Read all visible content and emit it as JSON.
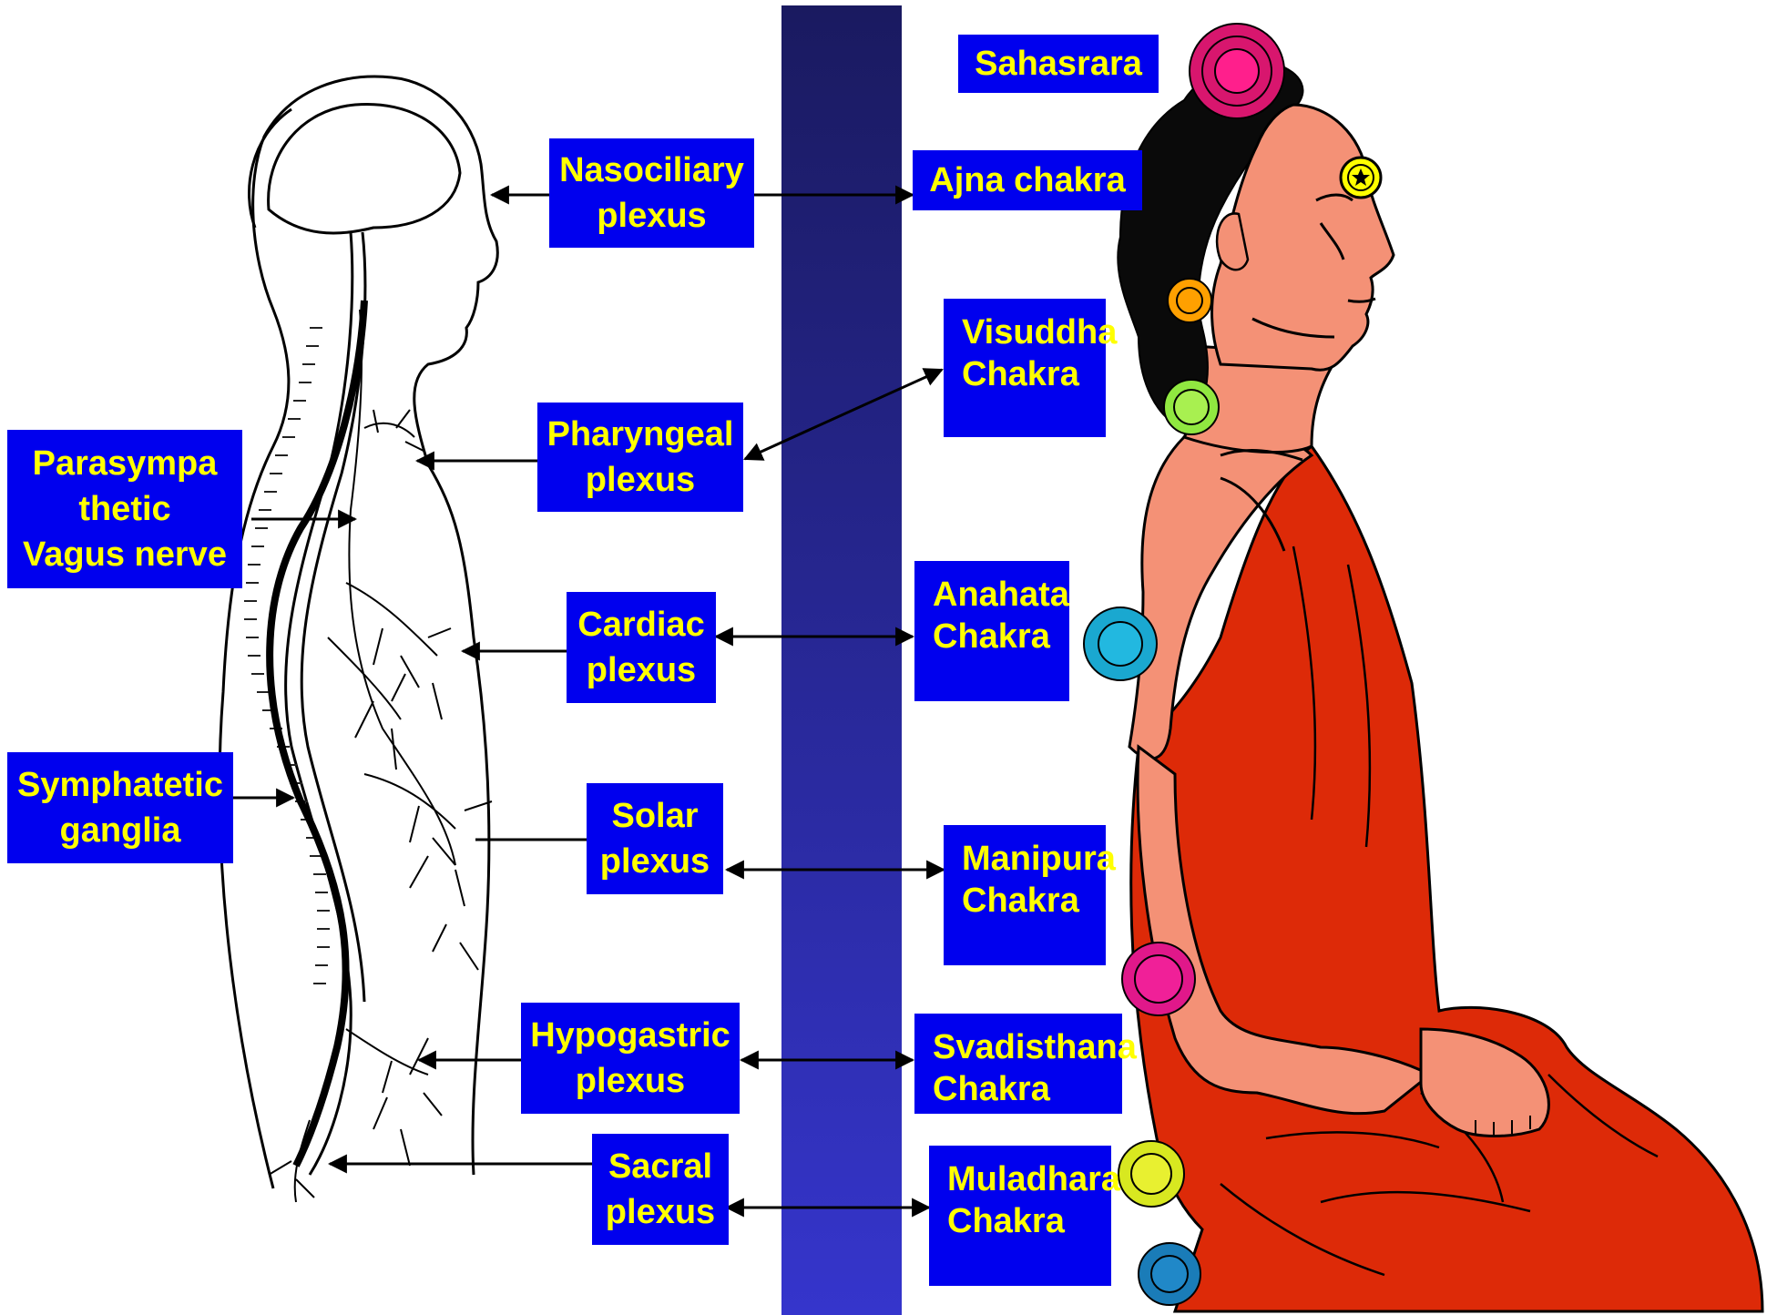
{
  "colors": {
    "label_bg": "#0000ee",
    "label_text": "#ffff00",
    "column_top": "#1a1a60",
    "column_bottom": "#3535cc",
    "skin": "#f49176",
    "robe": "#dd2a08",
    "hair": "#0a0a0a"
  },
  "icons": [
    "sahasrara-lotus-icon",
    "ajna-star-icon",
    "visuddha-lotus-icon",
    "anahata-lotus-icon",
    "manipura-lotus-icon",
    "svadisthana-lotus-icon",
    "muladhara-lotus-icon"
  ],
  "plexus_labels": {
    "nasociliary": [
      "Nasociliary",
      "plexus"
    ],
    "pharyngeal": [
      "Pharyngeal",
      "plexus"
    ],
    "cardiac": [
      "Cardiac",
      "plexus"
    ],
    "solar": [
      "Solar",
      "plexus"
    ],
    "hypogastric": [
      "Hypogastric",
      "plexus"
    ],
    "sacral": [
      "Sacral",
      "plexus"
    ]
  },
  "nerve_labels": {
    "vagus": [
      "Parasympa",
      "thetic",
      "Vagus nerve"
    ],
    "sympathetic": [
      "Symphatetic",
      "ganglia"
    ]
  },
  "chakra_labels": {
    "sahasrara": [
      "Sahasrara"
    ],
    "ajna": [
      "Ajna chakra"
    ],
    "visuddha": [
      "Visuddha",
      "Chakra"
    ],
    "anahata": [
      "Anahata",
      "Chakra"
    ],
    "manipura": [
      "Manipura",
      "Chakra"
    ],
    "svadisthana": [
      "Svadisthana",
      "Chakra"
    ],
    "muladhara": [
      "Muladhara",
      "Chakra"
    ]
  }
}
